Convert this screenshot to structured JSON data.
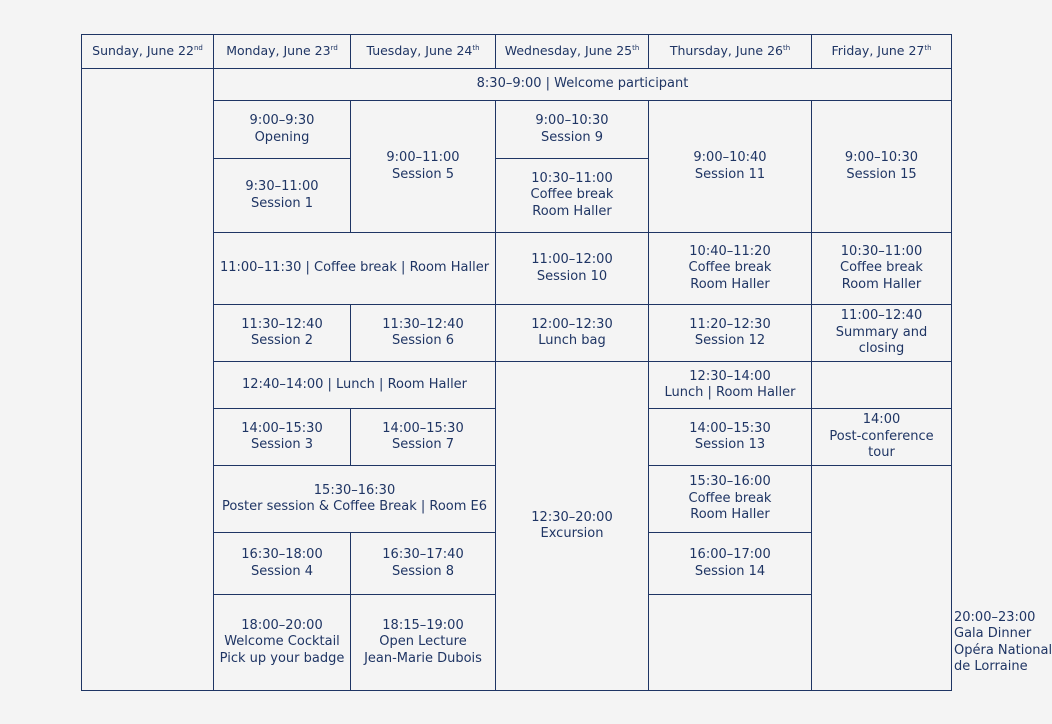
{
  "days": [
    {
      "label": "Sunday, June 22",
      "suffix": "nd"
    },
    {
      "label": "Monday, June 23",
      "suffix": "rd"
    },
    {
      "label": "Tuesday, June 24",
      "suffix": "th"
    },
    {
      "label": "Wednesday, June 25",
      "suffix": "th"
    },
    {
      "label": "Thursday, June 26",
      "suffix": "th"
    },
    {
      "label": "Friday, June 27",
      "suffix": "th"
    }
  ],
  "cells": {
    "welcome": [
      "8:30–9:00  |  Welcome participant"
    ],
    "opening": [
      "9:00–9:30",
      "Opening"
    ],
    "tue_s5": [
      "9:00–11:00",
      "Session 5"
    ],
    "wed_s9": [
      "9:00–10:30",
      "Session 9"
    ],
    "thu_s11": [
      "9:00–10:40",
      "Session 11"
    ],
    "fri_s15": [
      "9:00–10:30",
      "Session 15"
    ],
    "mon_s1": [
      "9:30–11:00",
      "Session 1"
    ],
    "wed_coffee": [
      "10:30–11:00",
      "Coffee break",
      "Room Haller"
    ],
    "montue_coffee": [
      "11:00–11:30  |  Coffee break | Room Haller"
    ],
    "wed_s10": [
      "11:00–12:00",
      "Session 10"
    ],
    "thu_coffee": [
      "10:40–11:20",
      "Coffee break",
      "Room Haller"
    ],
    "fri_coffee": [
      "10:30–11:00",
      "Coffee break",
      "Room Haller"
    ],
    "mon_s2": [
      "11:30–12:40",
      "Session 2"
    ],
    "tue_s6": [
      "11:30–12:40",
      "Session 6"
    ],
    "wed_lunch": [
      "12:00–12:30",
      "Lunch bag"
    ],
    "thu_s12": [
      "11:20–12:30",
      "Session 12"
    ],
    "fri_summary": [
      "11:00–12:40",
      "Summary and",
      "closing"
    ],
    "montue_lunch": [
      "12:40–14:00  |  Lunch | Room Haller"
    ],
    "wed_excursion": [
      "12:30–20:00",
      "Excursion"
    ],
    "thu_lunch": [
      "12:30–14:00",
      "Lunch | Room Haller"
    ],
    "fri_tour": [
      "14:00",
      "Post-conference",
      "tour"
    ],
    "mon_s3": [
      "14:00–15:30",
      "Session 3"
    ],
    "tue_s7": [
      "14:00–15:30",
      "Session 7"
    ],
    "thu_s13": [
      "14:00–15:30",
      "Session 13"
    ],
    "poster": [
      "15:30–16:30",
      "Poster session & Coffee Break | Room E6"
    ],
    "thu_coffee2": [
      "15:30–16:00",
      "Coffee break",
      "Room Haller"
    ],
    "mon_s4": [
      "16:30–18:00",
      "Session 4"
    ],
    "tue_s8": [
      "16:30–17:40",
      "Session 8"
    ],
    "thu_s14": [
      "16:00–17:00",
      "Session 14"
    ],
    "sun_cocktail": [
      "18:00–20:00",
      "Welcome Cocktail",
      "Pick up your badge"
    ],
    "mon_lecture": [
      "18:15–19:00",
      "Open Lecture",
      "Jean-Marie Dubois"
    ],
    "thu_gala": [
      "20:00–23:00",
      "Gala Dinner",
      "Opéra National",
      "de Lorraine"
    ]
  }
}
